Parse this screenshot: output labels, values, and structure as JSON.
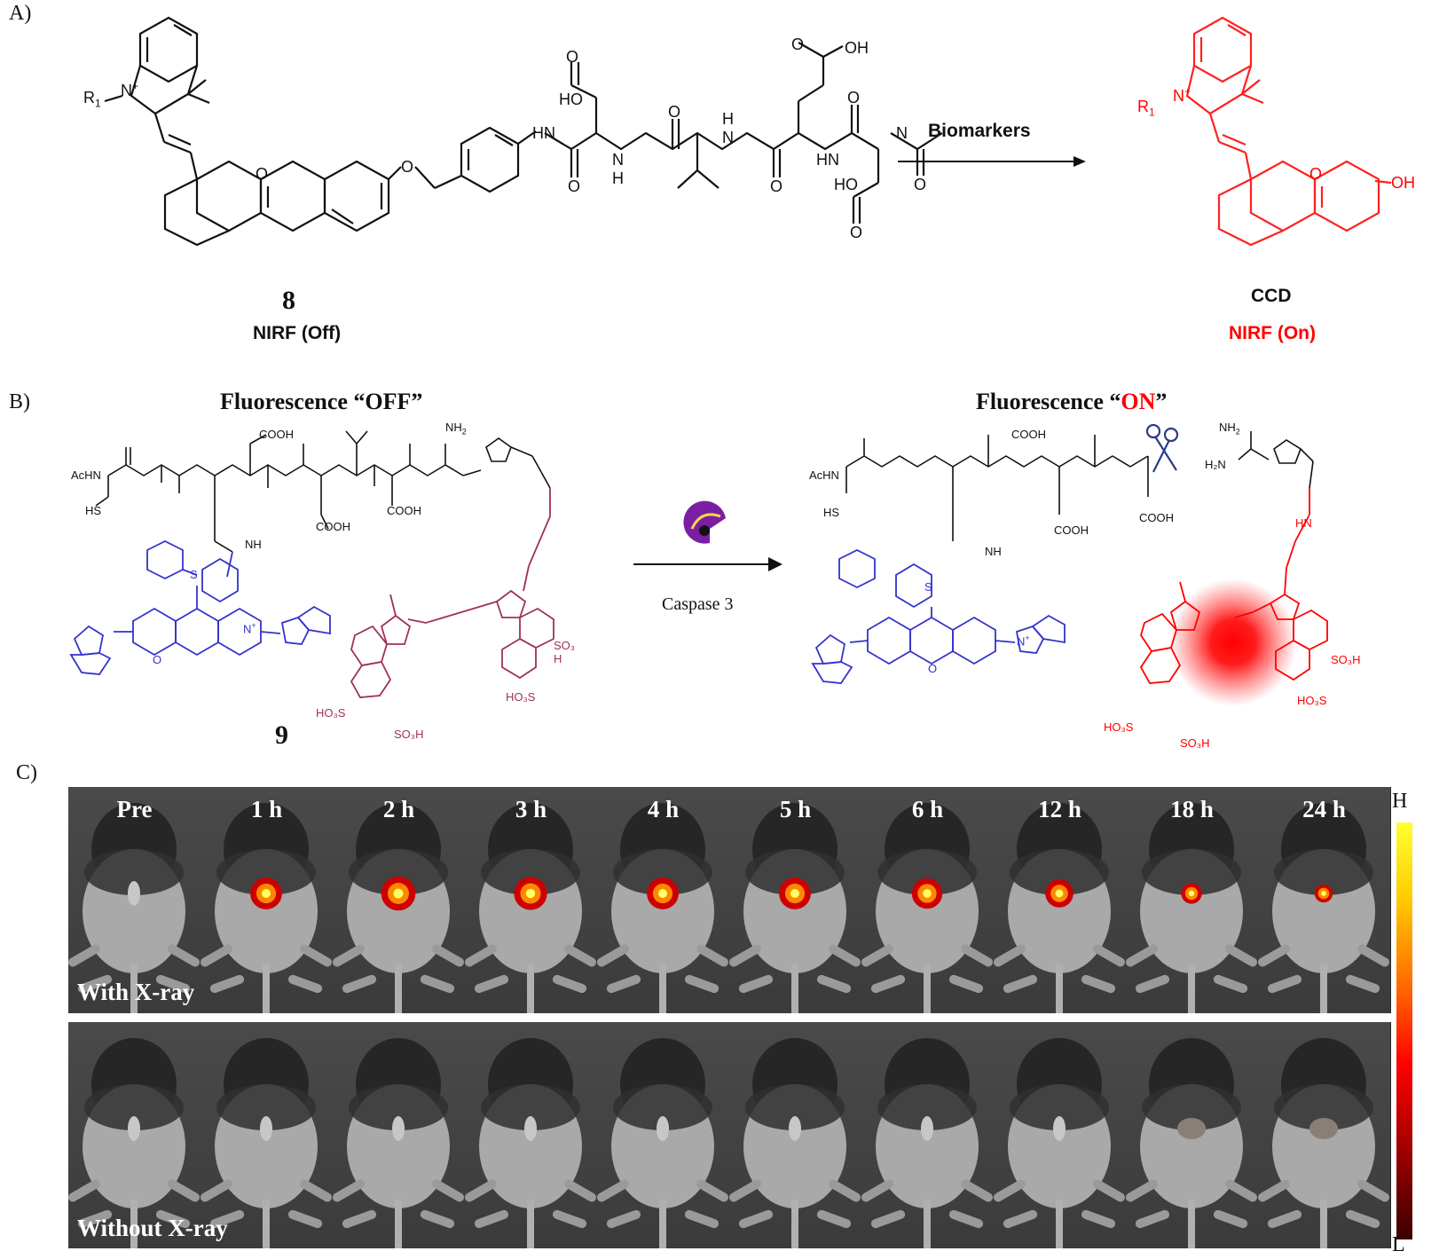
{
  "panelA": {
    "label": "A)",
    "reagent": "Biomarkers",
    "left": {
      "number": "8",
      "state": "NIRF (Off)",
      "atoms": {
        "r1": "R",
        "r1sub": "1",
        "n": "N",
        "plus": "+",
        "o": "O",
        "ho1": "HO",
        "ho2": "HO",
        "oh": "OH",
        "h1": "H",
        "h2": "H",
        "h3": "H",
        "h4": "H",
        "n1": "N",
        "n2": "N",
        "n3": "N",
        "n4": "N",
        "n5": "N"
      }
    },
    "right": {
      "name": "CCD",
      "state": "NIRF (On)",
      "atoms": {
        "r1": "R",
        "r1sub": "1",
        "n": "N",
        "plus": "+",
        "o": "O",
        "oh": "OH"
      }
    },
    "colors": {
      "on": "#ff0000"
    }
  },
  "panelB": {
    "label": "B)",
    "title_off": "Fluorescence “OFF”",
    "title_on_prefix": "Fluorescence “",
    "title_on_word": "ON",
    "title_on_suffix": "”",
    "number": "9",
    "enzyme": "Caspase 3",
    "atoms": {
      "achn": "AcHN",
      "hs": "HS",
      "cooh": "COOH",
      "nh2": "NH",
      "nh2sub": "2",
      "nh": "NH",
      "h2n": "H₂N",
      "hn": "HN",
      "so3h": "SO₃H",
      "ho3s": "HO₃S",
      "so3": "SO₃",
      "h": "H",
      "o": "O",
      "s": "S",
      "n": "N",
      "plus": "+"
    },
    "colors": {
      "donor": "#3333cc",
      "acceptor_off": "#a0305a",
      "acceptor_on": "#ff0000",
      "pacman": "#7b1fa2"
    }
  },
  "panelC": {
    "label": "C)",
    "timepoints": [
      "Pre",
      "1 h",
      "2 h",
      "3 h",
      "4 h",
      "5 h",
      "6 h",
      "12 h",
      "18 h",
      "24 h"
    ],
    "row_with": "With X-ray",
    "row_without": "Without X-ray",
    "signal_levels": [
      0,
      0.85,
      0.95,
      0.9,
      0.85,
      0.85,
      0.8,
      0.7,
      0.4,
      0.3
    ],
    "colorbar": {
      "high": "H",
      "low": "L"
    }
  }
}
